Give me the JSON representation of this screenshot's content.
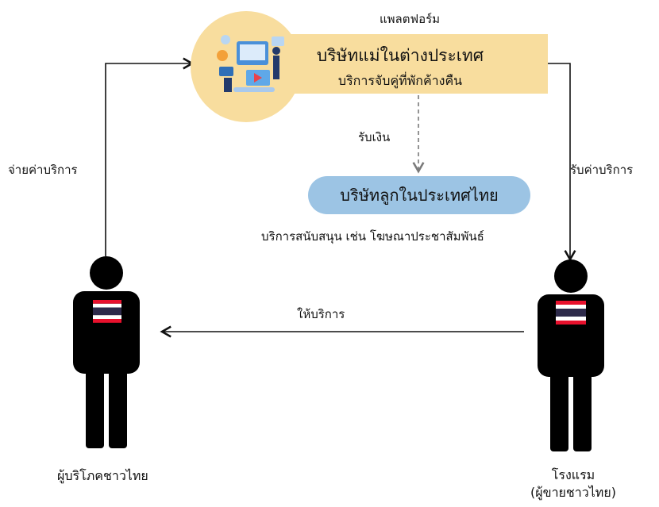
{
  "platform_label": "แพลตฟอร์ม",
  "parent_company": {
    "title": "บริษัทแม่ในต่างประเทศ",
    "subtitle": "บริการจับคู่ที่พักค้างคืน"
  },
  "receive_money_label": "รับเงิน",
  "subsidiary": {
    "title": "บริษัทลูกในประเทศไทย",
    "note": "บริการสนับสนุน เช่น โฆษณาประชาสัมพันธ์"
  },
  "pay_fee_label": "จ่ายค่าบริการ",
  "receive_fee_label": "รับค่าบริการ",
  "provide_service_label": "ให้บริการ",
  "consumer": {
    "name": "ผู้บริโภคชาวไทย"
  },
  "hotel": {
    "name": "โรงแรม",
    "role": "(ผู้ขายชาวไทย)"
  },
  "colors": {
    "platform_yellow": "#F8DD9E",
    "subsidiary_blue": "#9CC4E4",
    "figure": "#000000",
    "flag_red": "#E8112D",
    "flag_white": "#FFFFFF",
    "flag_blue": "#2D2A4A",
    "arrow": "#111111",
    "dashed_arrow": "#7a7a7a"
  },
  "icons": {
    "platform": "platform-illustration-icon",
    "person": "person-icon",
    "flag": "thai-flag-icon"
  }
}
